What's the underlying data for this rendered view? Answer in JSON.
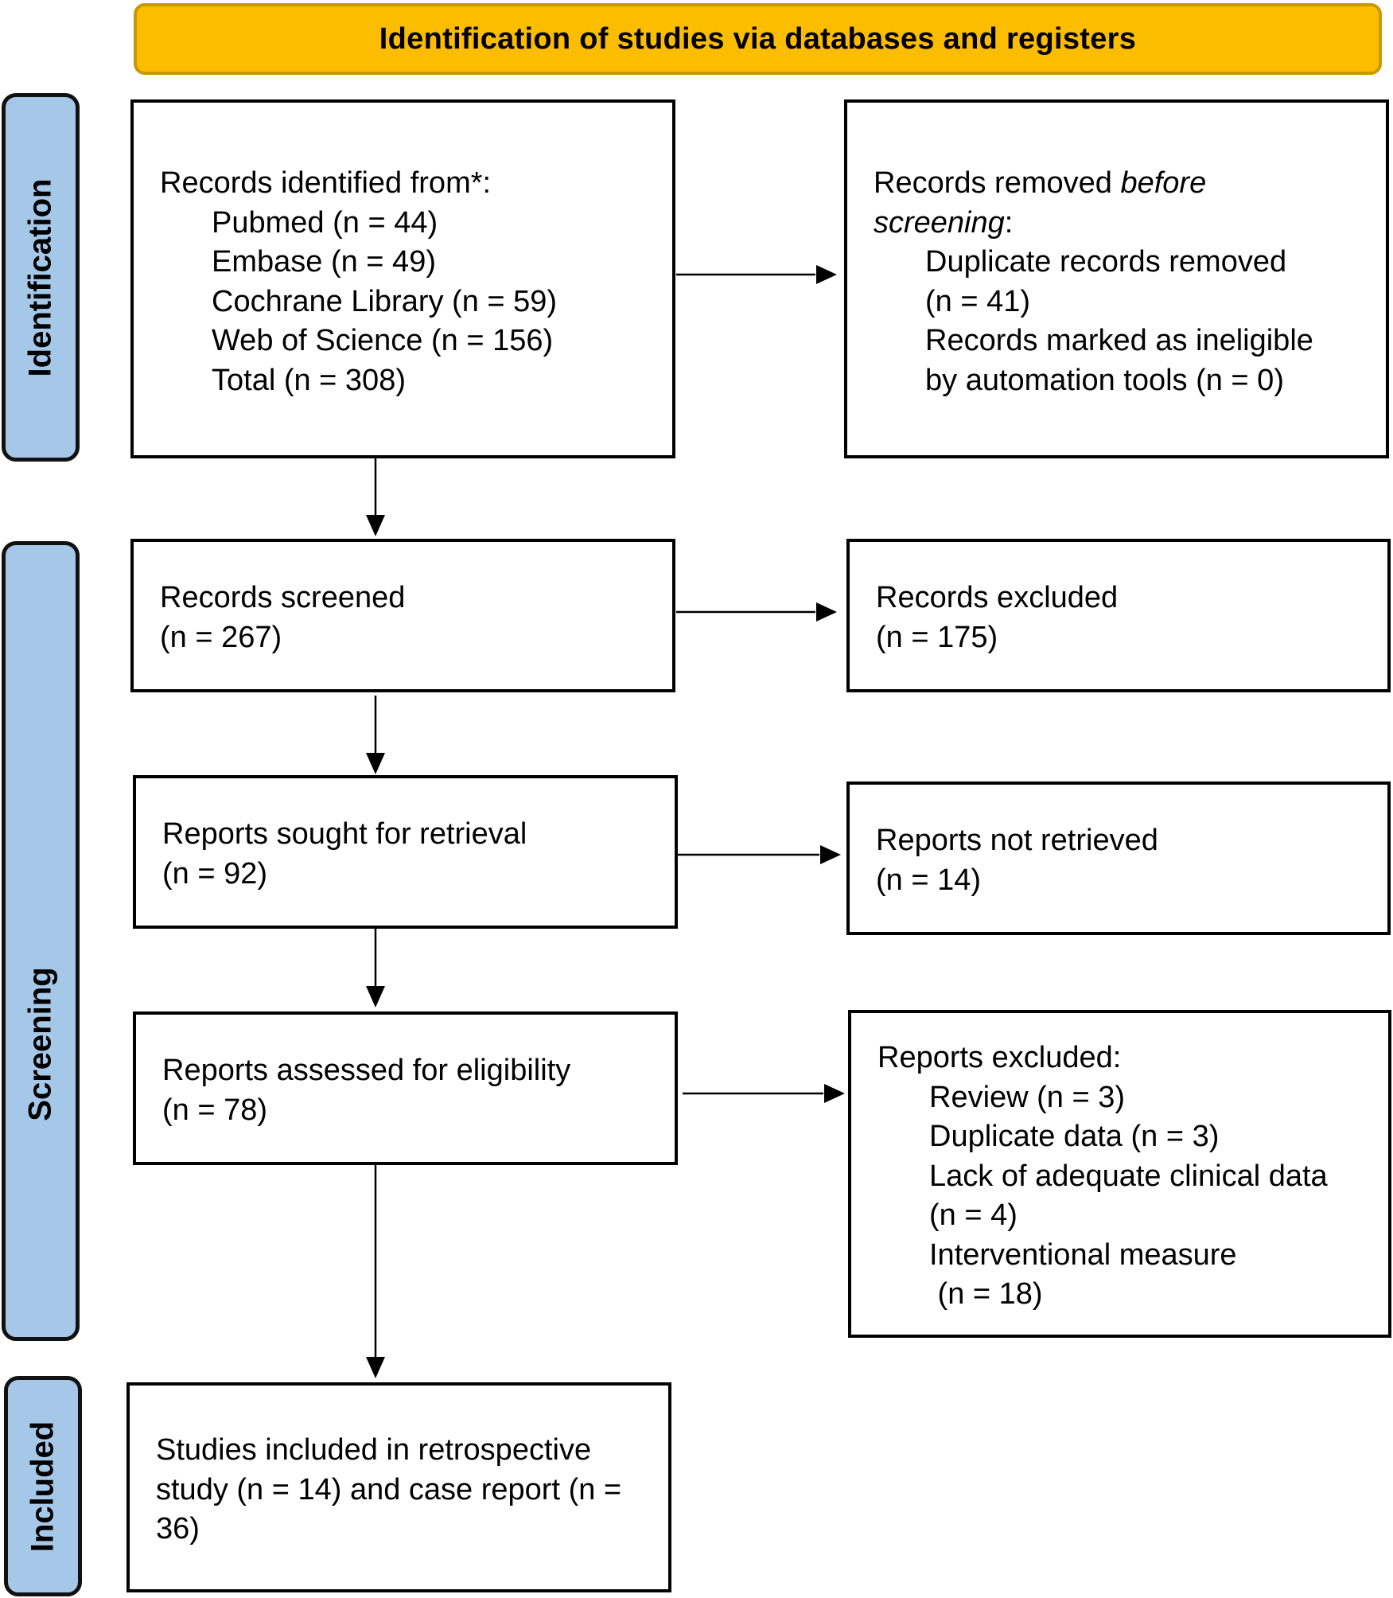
{
  "header": {
    "title": "Identification of studies via databases and registers"
  },
  "phases": {
    "identification": "Identification",
    "screening": "Screening",
    "included": "Included"
  },
  "identified": {
    "heading": "Records identified from*:",
    "sources": [
      "Pubmed (n = 44)",
      "Embase (n = 49)",
      "Cochrane Library (n = 59)",
      "Web of Science (n = 156)",
      "Total (n = 308)"
    ]
  },
  "removed": {
    "heading_pre": "Records removed ",
    "heading_em1": "before",
    "heading_em2": "screening",
    "heading_post": ":",
    "line1": "Duplicate records removed",
    "line2": "(n = 41)",
    "line3": "Records marked as ineligible",
    "line4": "by automation tools (n = 0)"
  },
  "screened": {
    "label": "Records screened",
    "count": "(n = 267)"
  },
  "excluded": {
    "label": "Records excluded",
    "count": "(n = 175)"
  },
  "sought": {
    "label": "Reports sought for retrieval",
    "count": "(n = 92)"
  },
  "not_retrieved": {
    "label": "Reports not retrieved",
    "count": "(n = 14)"
  },
  "assessed": {
    "label": "Reports assessed for eligibility",
    "count": "(n = 78)"
  },
  "reports_excluded": {
    "heading": "Reports excluded:",
    "items": [
      "Review (n = 3)",
      "Duplicate data (n = 3)",
      "Lack of adequate clinical data",
      "(n = 4)",
      "Interventional measure",
      " (n = 18)"
    ]
  },
  "included_box": {
    "text": "Studies included in retrospective study (n = 14) and case report (n = 36)"
  }
}
